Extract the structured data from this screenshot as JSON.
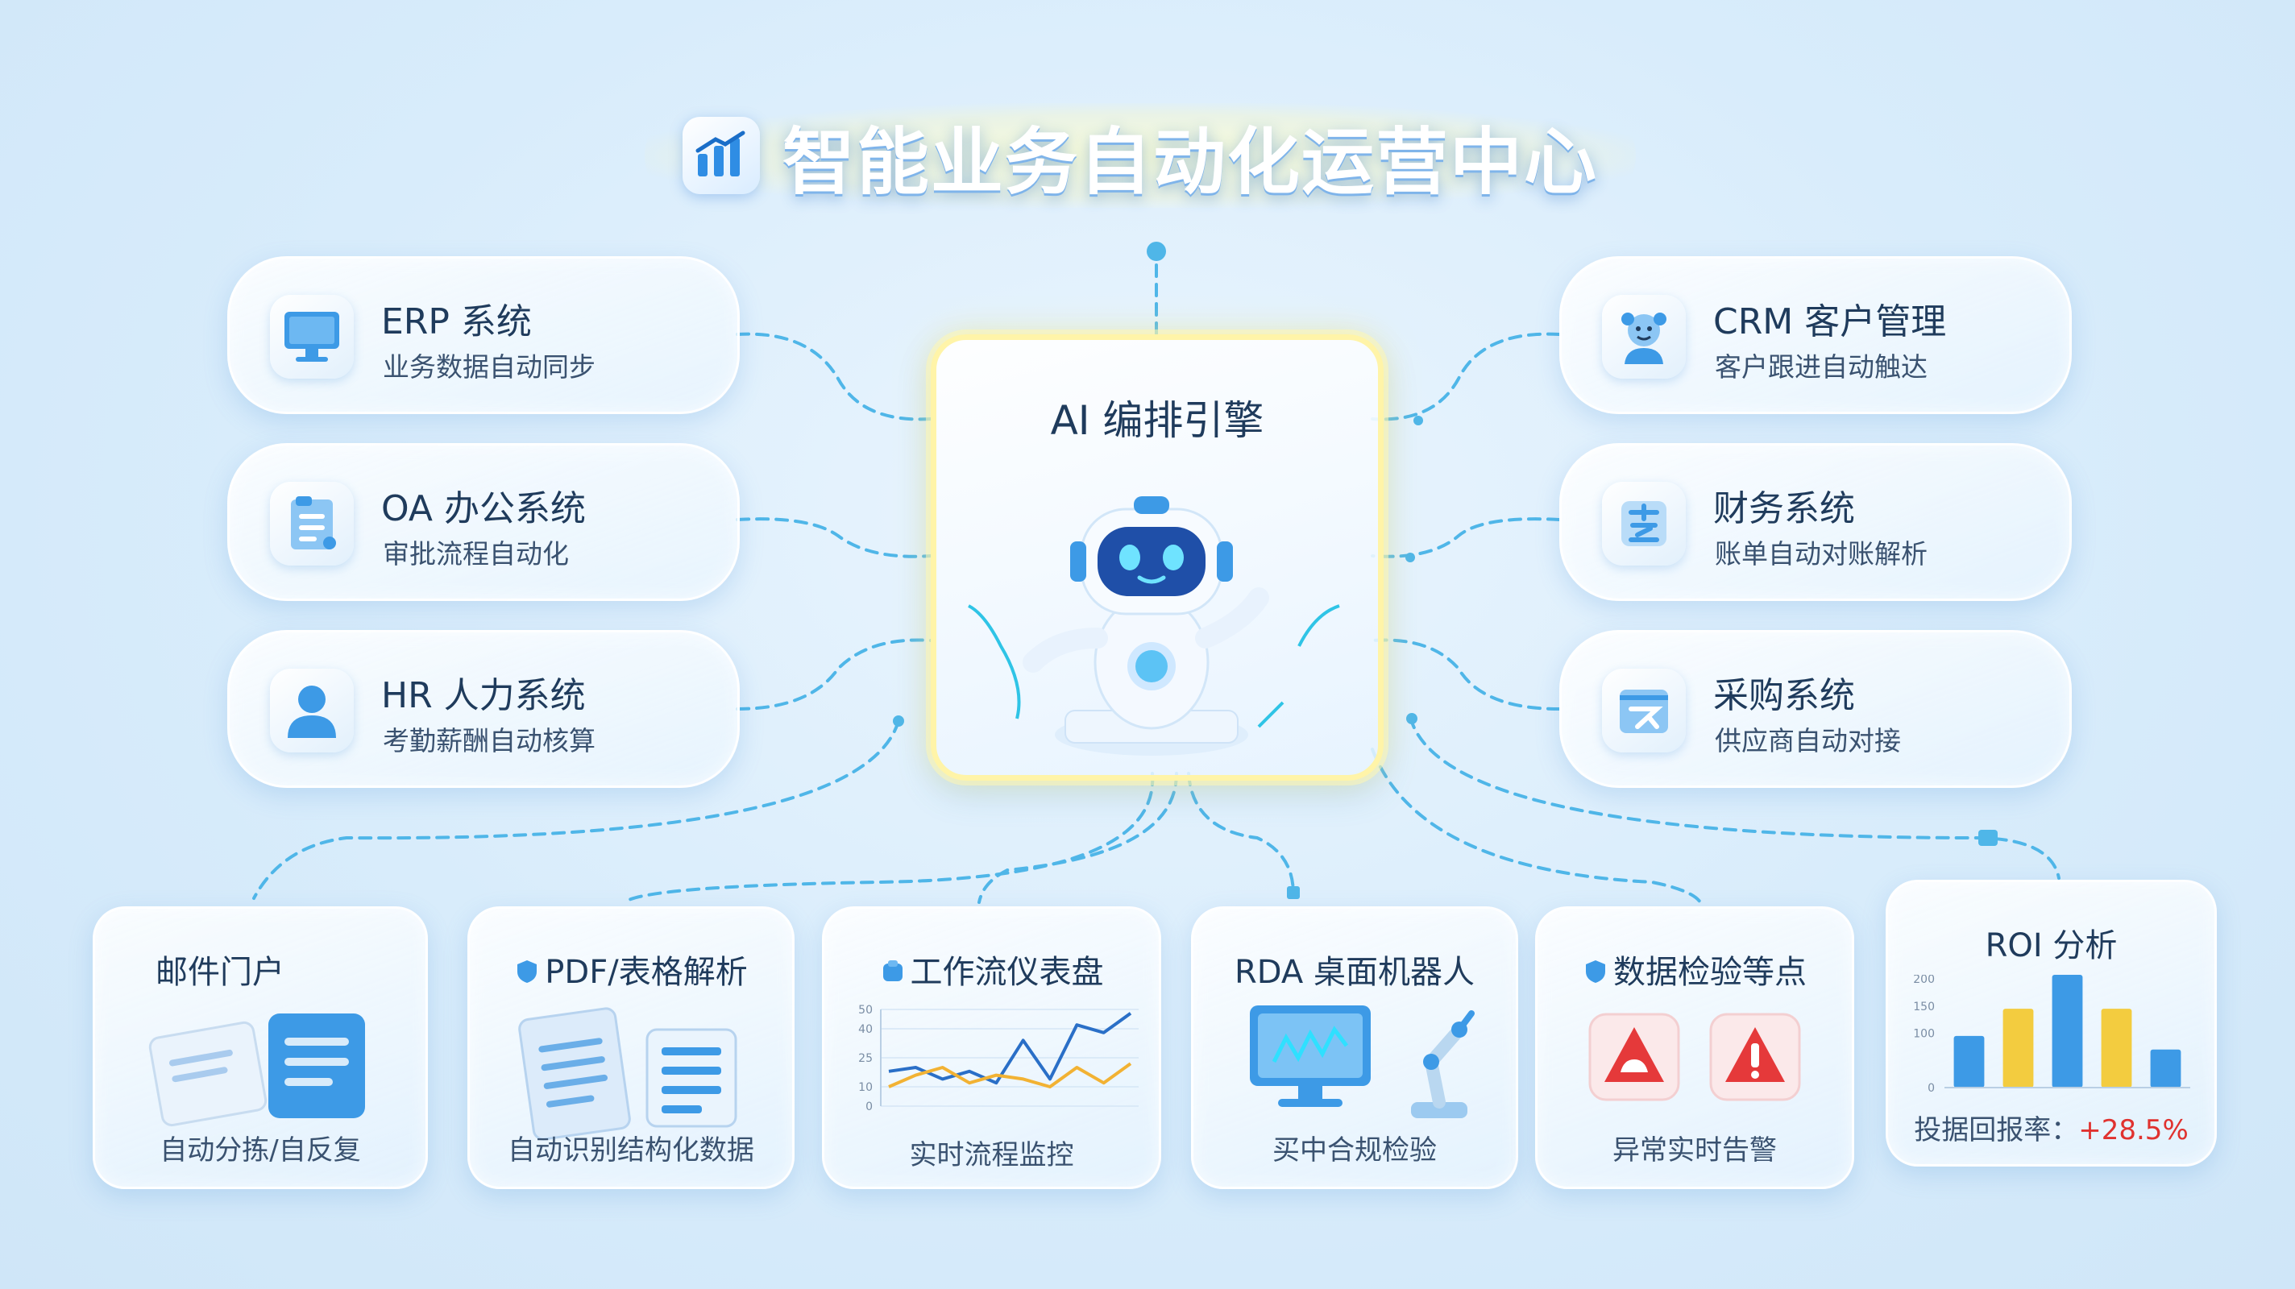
{
  "title": "智能业务自动化运营中心",
  "colors": {
    "accent": "#2f8de4",
    "line": "#4fb6e8",
    "engine_border": "#fff4a8",
    "positive": "#e0322f",
    "bar_yellow": "#f3cc3f"
  },
  "engine": {
    "title": "AI 编排引擎",
    "icon": "robot-icon"
  },
  "left_systems": [
    {
      "title": "ERP 系统",
      "subtitle": "业务数据自动同步",
      "icon": "monitor-icon"
    },
    {
      "title": "OA 办公系统",
      "subtitle": "审批流程自动化",
      "icon": "document-icon"
    },
    {
      "title": "HR 人力系统",
      "subtitle": "考勤薪酬自动核算",
      "icon": "user-icon"
    }
  ],
  "right_systems": [
    {
      "title": "CRM 客户管理",
      "subtitle": "客户跟进自动触达",
      "icon": "customer-icon"
    },
    {
      "title": "财务系统",
      "subtitle": "账单自动对账解析",
      "icon": "finance-icon"
    },
    {
      "title": "采购系统",
      "subtitle": "供应商自动对接",
      "icon": "purchase-icon"
    }
  ],
  "modules": [
    {
      "title": "邮件门户",
      "subtitle": "自动分拣/自反复",
      "icon": "mail-icon"
    },
    {
      "title": "PDF/表格解析",
      "subtitle": "自动识别结构化数据",
      "icon": "pdf-icon"
    },
    {
      "title": "工作流仪表盘",
      "subtitle": "实时流程监控",
      "icon": "dashboard-icon"
    },
    {
      "title": "RDA 桌面机器人",
      "subtitle": "买中合规检验",
      "icon": "robot-arm-icon"
    },
    {
      "title": "数据检验等点",
      "subtitle": "异常实时告警",
      "icon": "alert-icon"
    }
  ],
  "roi": {
    "title": "ROI 分析",
    "label": "投据回报率：",
    "value": "+28.5%"
  },
  "chart_data": [
    {
      "type": "line",
      "title": "",
      "ylim": [
        0,
        50
      ],
      "yticks": [
        "0",
        "10",
        "25",
        "40",
        "50"
      ],
      "series": [
        {
          "color": "#2a6fc7",
          "values": [
            18,
            20,
            14,
            18,
            12,
            34,
            14,
            42,
            38,
            48
          ]
        },
        {
          "color": "#f2b233",
          "values": [
            10,
            16,
            20,
            12,
            16,
            14,
            10,
            20,
            12,
            22
          ]
        }
      ]
    },
    {
      "type": "bar",
      "title": "",
      "ylim": [
        0,
        200
      ],
      "yticks": [
        "0",
        "100",
        "150",
        "200"
      ],
      "values": [
        95,
        145,
        215,
        145,
        70
      ],
      "colors": [
        "#3d9ae6",
        "#f3cc3f",
        "#3d9ae6",
        "#f3cc3f",
        "#3d9ae6"
      ]
    }
  ]
}
